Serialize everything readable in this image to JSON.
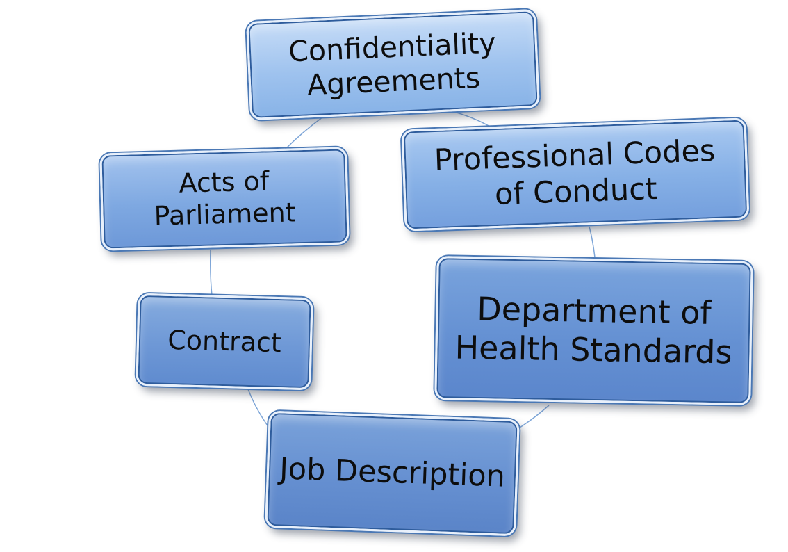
{
  "diagram": {
    "type": "cycle",
    "nodes": [
      {
        "id": "confidentiality",
        "label": "Confidentiality\nAgreements"
      },
      {
        "id": "professional",
        "label": "Professional Codes\nof Conduct"
      },
      {
        "id": "department",
        "label": "Department of\nHealth Standards"
      },
      {
        "id": "job",
        "label": "Job Description"
      },
      {
        "id": "contract",
        "label": "Contract"
      },
      {
        "id": "acts",
        "label": "Acts of\nParliament"
      }
    ],
    "colors": {
      "connector": "#7ea6d8",
      "box_light": "#c6dcf7",
      "box_dark": "#5a84c8",
      "text": "#0d0d0d"
    }
  }
}
